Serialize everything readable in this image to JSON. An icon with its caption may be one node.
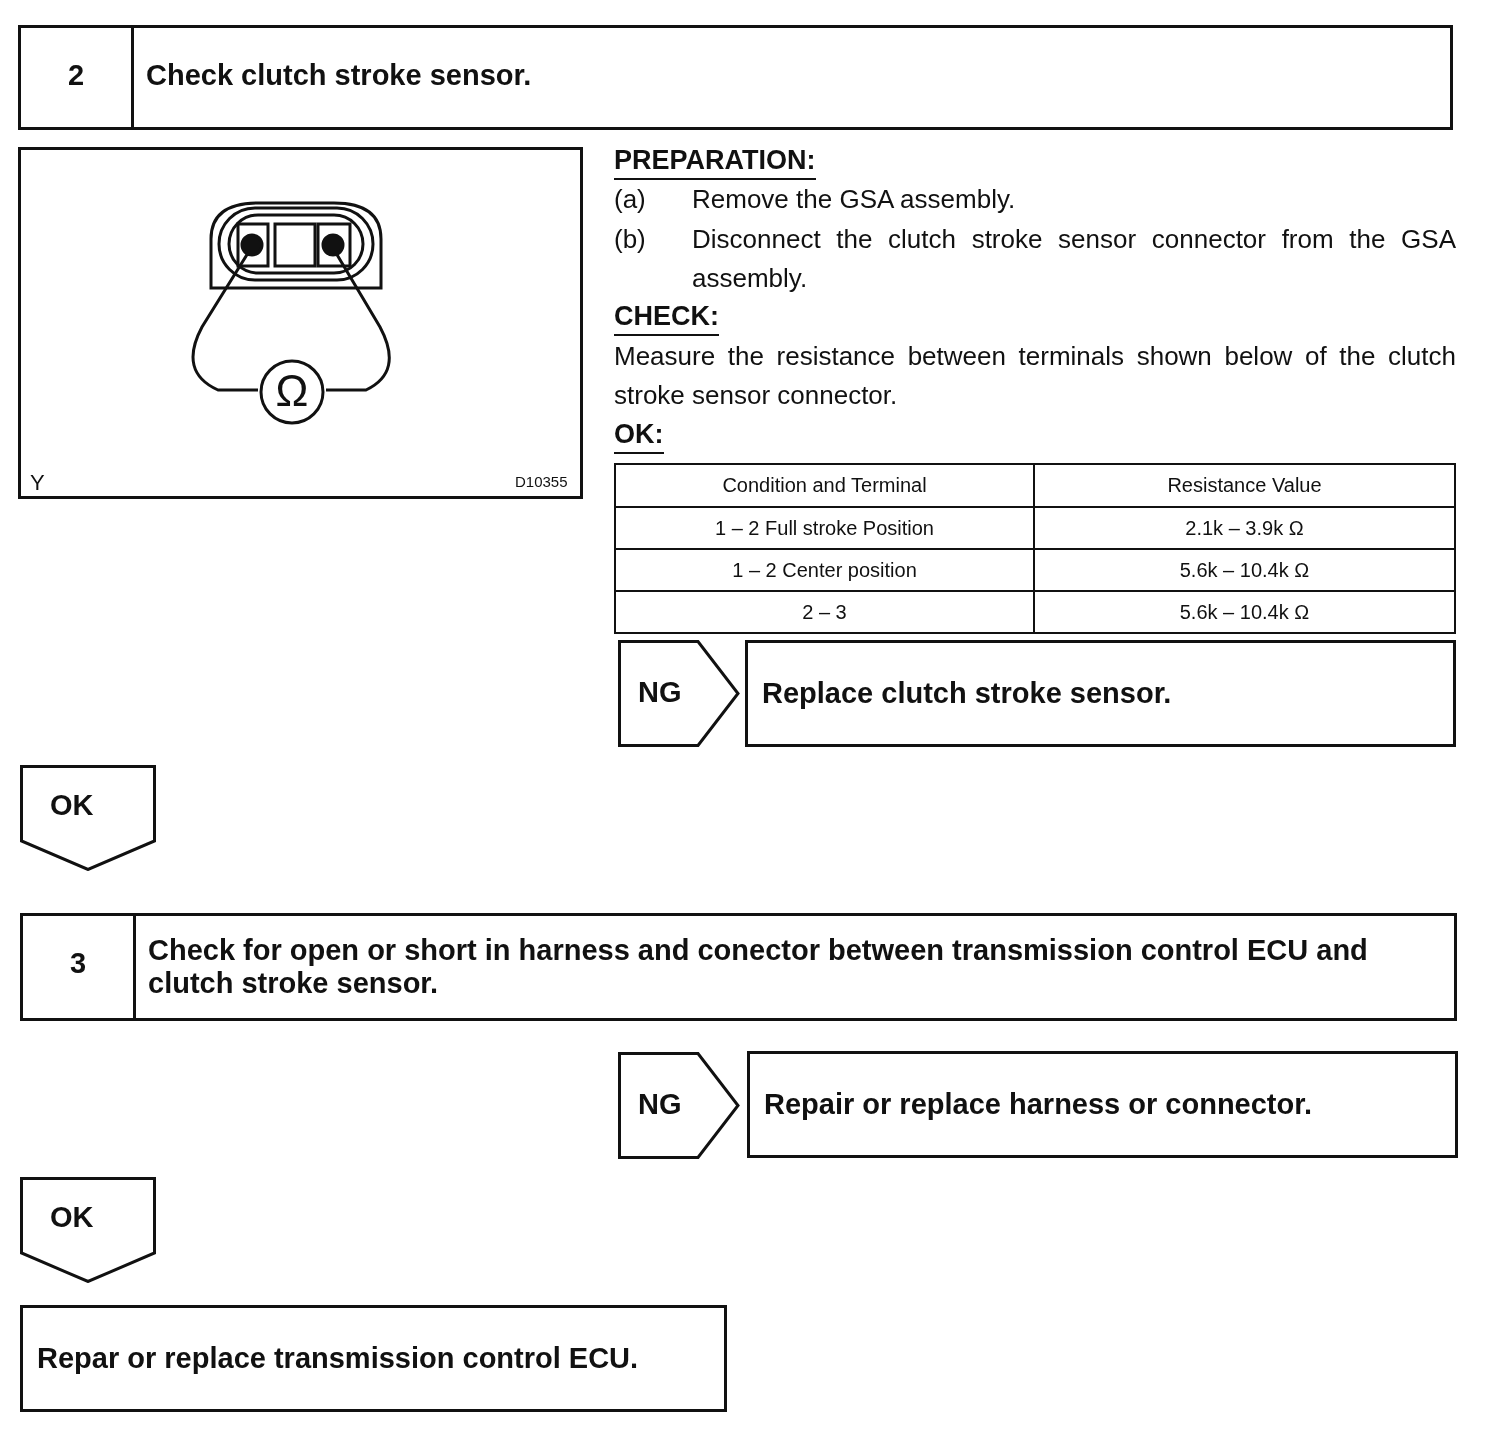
{
  "diagram": {
    "nodes": [
      {
        "text": [
          "2",
          "Check clutch stroke sensor."
        ]
      },
      {
        "text": [
          "NG"
        ]
      },
      {
        "text": [
          "Replace clutch stroke sensor."
        ]
      },
      {
        "text": [
          "OK"
        ]
      },
      {
        "text": [
          "3",
          "Check for open or short in harness and conector between transmission control ECU and clutch stroke sensor."
        ]
      },
      {
        "text": [
          "NG"
        ]
      },
      {
        "text": [
          "Repair or replace harness or connector."
        ]
      },
      {
        "text": [
          "OK"
        ]
      },
      {
        "text": [
          "Repar or replace transmission control ECU."
        ]
      }
    ],
    "edges": [],
    "labels": [
      "Ω",
      "Y",
      "D10355",
      "PREPARATION:",
      "(a)",
      "Remove the GSA assembly.",
      "(b)",
      "Disconnect the clutch stroke sensor connector from the GSA assembly.",
      "CHECK:",
      "Measure the resistance between terminals shown below of the clutch stroke sensor connector.",
      "OK:",
      "Condition and Terminal",
      "Resistance Value",
      "1 – 2 Full stroke Position",
      "2.1k – 3.9k Ω",
      "1 – 2 Center position",
      "5.6k – 10.4k Ω",
      "2 – 3",
      "5.6k – 10.4k Ω"
    ]
  }
}
